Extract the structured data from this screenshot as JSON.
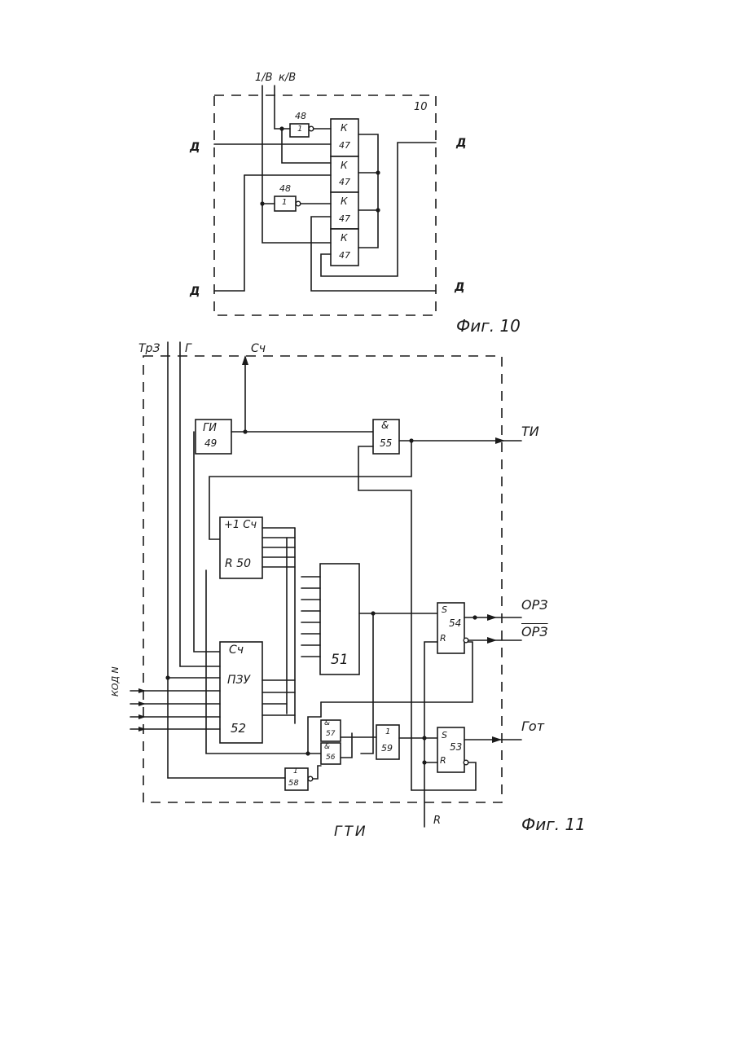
{
  "fig10": {
    "caption": "Фиг. 10",
    "block_number": "10",
    "inputs": {
      "in1": "1/В",
      "in2": "к/В"
    },
    "labels": {
      "d_left_top": "Д",
      "d_right_top": "Д",
      "d_left_bottom": "Д",
      "d_right_bottom": "Д"
    },
    "inverters": [
      {
        "sym": "1",
        "num": "48"
      },
      {
        "sym": "1",
        "num": "48"
      }
    ],
    "keys": [
      {
        "sym": "К",
        "num": "47"
      },
      {
        "sym": "К",
        "num": "47"
      },
      {
        "sym": "К",
        "num": "47"
      },
      {
        "sym": "К",
        "num": "47"
      }
    ]
  },
  "fig11": {
    "caption": "Фиг. 11",
    "unit_name": "ГТИ",
    "inputs": {
      "trz": "ТрЗ",
      "g": "Г",
      "ct": "Сч",
      "kod": "КОД N",
      "r": "R"
    },
    "outputs": {
      "ti": "ТИ",
      "orz": "ОРЗ",
      "orz_inv": "ОРЗ",
      "got": "Гот"
    },
    "blocks": {
      "gi": {
        "name": "ГИ",
        "num": "49"
      },
      "and55": {
        "sym": "&",
        "num": "55"
      },
      "counter50": {
        "top": "+1 Сч",
        "bottom": "R  50"
      },
      "block51": {
        "num": "51"
      },
      "rom52": {
        "top": "Сч",
        "mid": "ПЗУ",
        "num": "52"
      },
      "trigger54": {
        "s": "S",
        "num": "54",
        "r": "R"
      },
      "trigger53": {
        "s": "S",
        "num": "53",
        "r": "R"
      },
      "and57": {
        "sym": "&",
        "num": "57"
      },
      "and56": {
        "sym": "&",
        "num": "56"
      },
      "not59": {
        "sym": "1",
        "num": "59"
      },
      "not58": {
        "sym": "1",
        "num": "58"
      }
    }
  }
}
